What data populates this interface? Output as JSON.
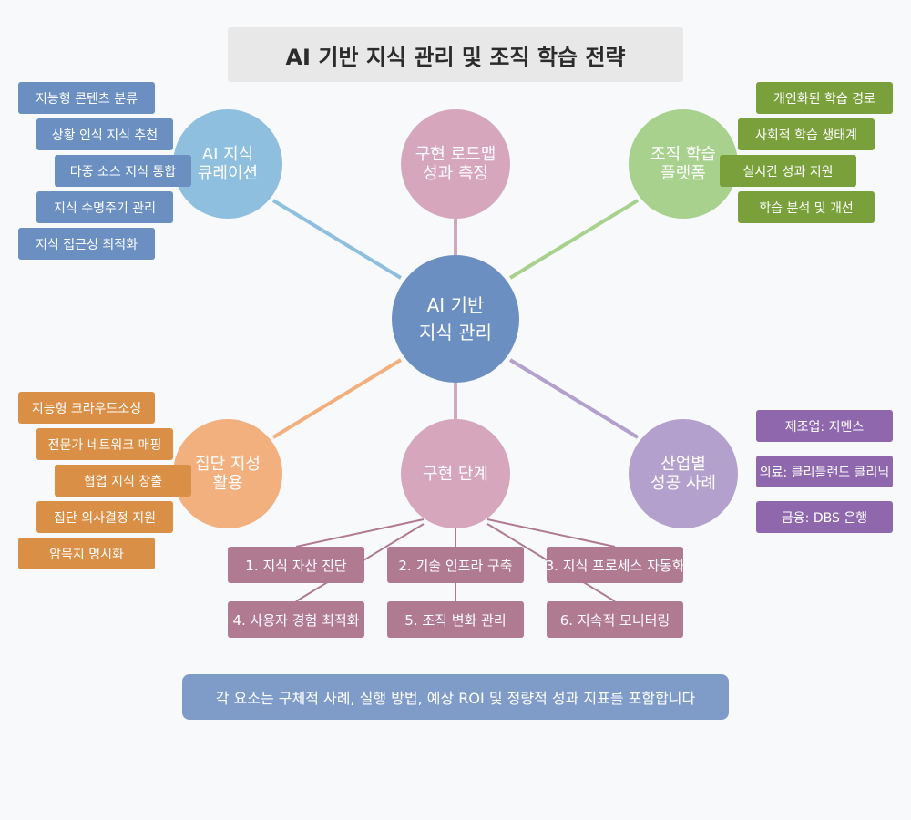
{
  "title": "AI 기반 지식 관리 및 조직 학습 전략",
  "colors": {
    "center": "#6a8fc0",
    "curation": "#8fbfdf",
    "roadmap": "#d6a6bd",
    "learning": "#a8d18e",
    "collective": "#f2b07e",
    "steps_circle": "#d6a6bd",
    "industry": "#b3a0cc",
    "tag_blue": "#6a8fc0",
    "tag_green": "#7aa03b",
    "tag_orange": "#d98f45",
    "tag_purple": "#8e67ad",
    "step_box": "#b07a90",
    "footer": "#7f9cc8"
  },
  "center": {
    "label": "AI 기반\n지식 관리"
  },
  "nodes": {
    "curation": "AI 지식\n큐레이션",
    "roadmap": "구현 로드맵\n성과 측정",
    "learning": "조직 학습\n플랫폼",
    "collective": "집단 지성\n활용",
    "steps": "구현 단계",
    "industry": "산업별\n성공 사례"
  },
  "curation_items": [
    "지능형 콘텐츠 분류",
    "상황 인식 지식 추천",
    "다중 소스 지식 통합",
    "지식 수명주기 관리",
    "지식 접근성 최적화"
  ],
  "learning_items": [
    "개인화된 학습 경로",
    "사회적 학습 생태계",
    "실시간 성과 지원",
    "학습 분석 및 개선"
  ],
  "collective_items": [
    "지능형 크라우드소싱",
    "전문가 네트워크 매핑",
    "협업 지식 창출",
    "집단 의사결정 지원",
    "암묵지 명시화"
  ],
  "industry_items": [
    "제조업: 지멘스",
    "의료: 클리블랜드 클리닉",
    "금융: DBS 은행"
  ],
  "step_items": [
    "1. 지식 자산 진단",
    "2. 기술 인프라 구축",
    "3. 지식 프로세스 자동화",
    "4. 사용자 경험 최적화",
    "5. 조직 변화 관리",
    "6. 지속적 모니터링"
  ],
  "footer": "각 요소는 구체적 사례, 실행 방법, 예상 ROI 및 정량적 성과 지표를 포함합니다"
}
